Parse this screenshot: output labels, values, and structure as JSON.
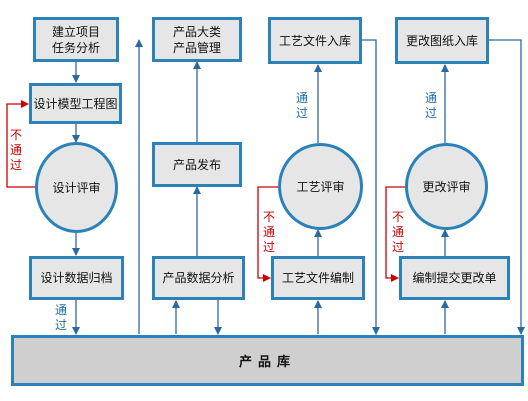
{
  "nodes": {
    "task_analysis": "建立项目\n任务分析",
    "design_model": "设计模型工程图",
    "design_review": "设计评审",
    "design_archive": "设计数据归档",
    "product_mgmt": "产品大类\n产品管理",
    "product_release": "产品发布",
    "product_analysis": "产品数据分析",
    "process_store": "工艺文件入库",
    "process_review": "工艺评审",
    "process_compile": "工艺文件编制",
    "change_store": "更改图纸入库",
    "change_review": "更改评审",
    "change_submit": "编制提交更改单",
    "product_db": "产品库"
  },
  "labels": {
    "pass": "通\n过",
    "fail": "不\n通\n过"
  },
  "colors": {
    "border": "#2a82b8",
    "box_fill": "#e6e6e6",
    "db_fill": "#cfcfcf",
    "pass_text": "#1f6fa8",
    "fail_text": "#cc0000",
    "fail_line": "#cc0000"
  }
}
